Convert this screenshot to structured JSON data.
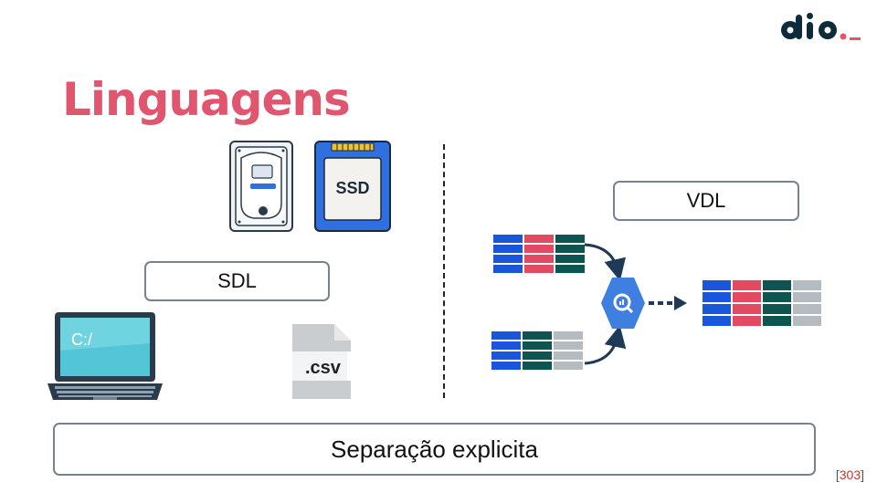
{
  "title": "Linguagens",
  "logo_text": "dio.",
  "sdl_label": "SDL",
  "vdl_label": "VDL",
  "footer_label": "Separação explicita",
  "page_number": "303",
  "ssd_label": "SSD",
  "laptop_text": "C:/",
  "csv_label": ".csv",
  "colors": {
    "accent": "#e0566f",
    "blue": "#1a56db",
    "red": "#e34a62",
    "teal": "#0e5451",
    "gray": "#b4bcc2",
    "logo": "#0d2b3a"
  }
}
